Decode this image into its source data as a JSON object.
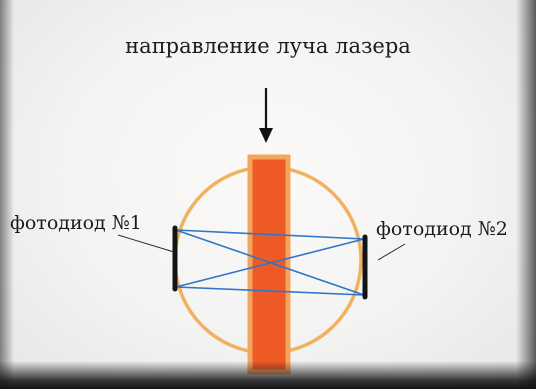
{
  "diagram": {
    "title": "направление луча лазера",
    "photodiode_1_label": "фотодиод №1",
    "photodiode_2_label": "фотодиод №2"
  },
  "colors": {
    "background": "#f4f4f2",
    "laser_bar_fill": "#ee5a26",
    "laser_bar_border": "#f3a55d",
    "circle": "#f0b260",
    "rays": "#2f76c8",
    "photodiode": "#141414",
    "text": "#1b1b1b"
  }
}
